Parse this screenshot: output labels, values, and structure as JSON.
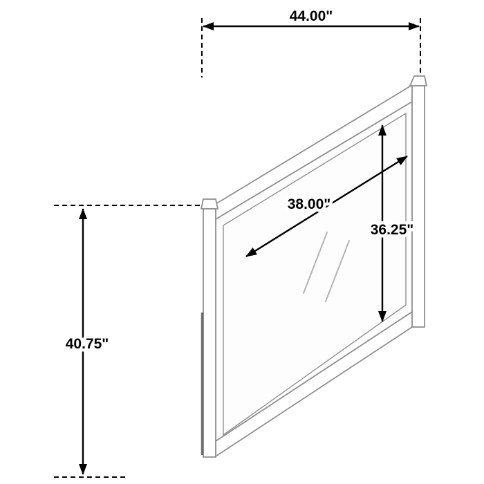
{
  "diagram": {
    "subject": "mirror",
    "dimensions": {
      "overall_width": "44.00\"",
      "overall_height": "40.75\"",
      "mirror_width": "38.00\"",
      "mirror_height": "36.25\""
    },
    "colors": {
      "dimension_line": "#000000",
      "frame_line": "#8f8f8f",
      "background": "#ffffff"
    }
  }
}
